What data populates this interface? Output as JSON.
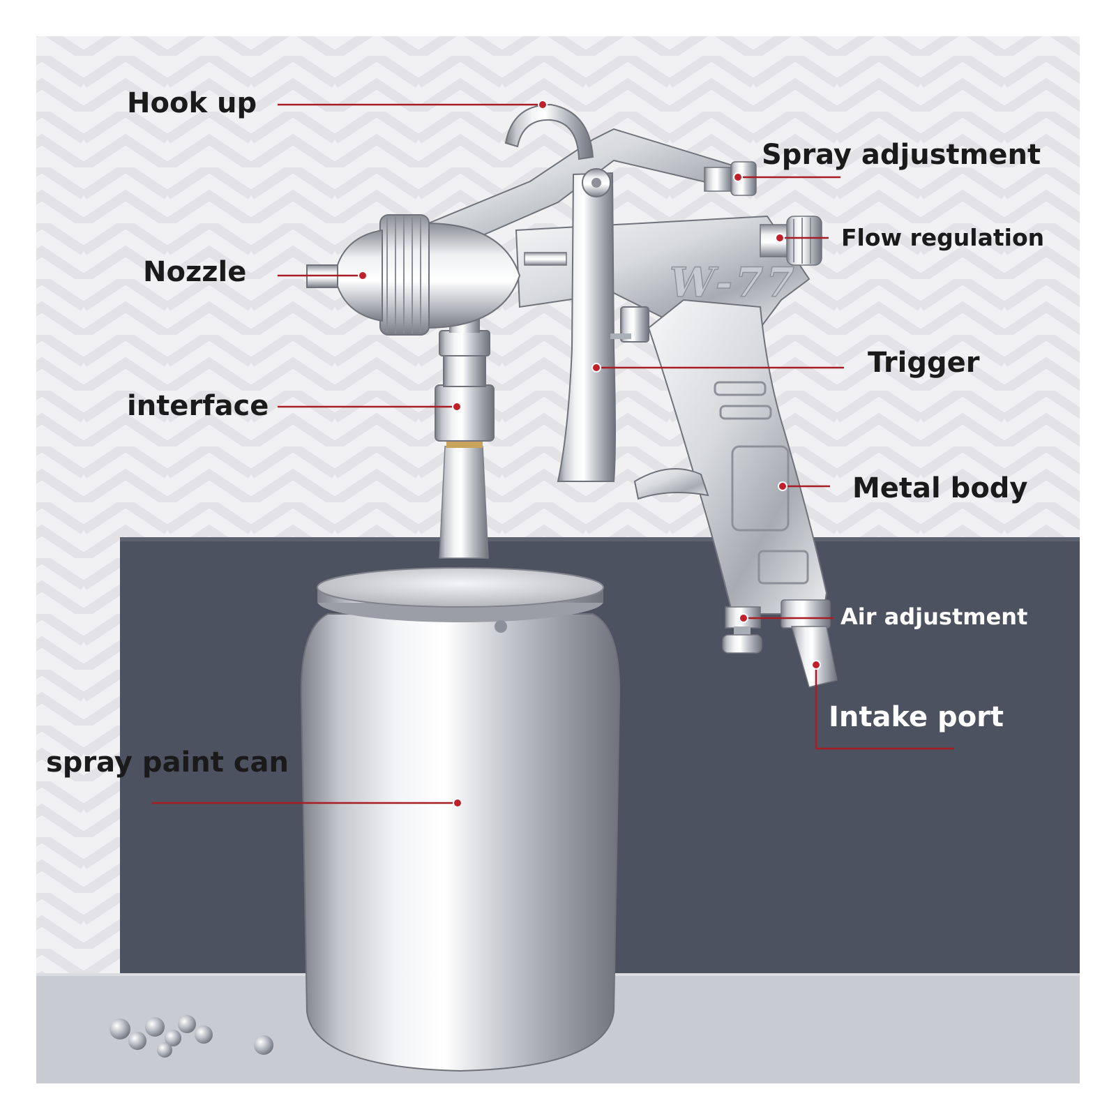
{
  "model_mark": "W-77",
  "colors": {
    "leader_line": "#a81c24",
    "leader_dot": "#c0202a",
    "wall": "#4d5260",
    "floor": "#c9cbd3",
    "backdrop": "#efeff1",
    "label_dark": "#1a1a1a",
    "label_light": "#ffffff"
  },
  "labels": {
    "hook_up": "Hook up",
    "spray_adjustment": "Spray adjustment",
    "flow_regulation": "Flow regulation",
    "nozzle": "Nozzle",
    "trigger": "Trigger",
    "interface": "interface",
    "metal_body": "Metal body",
    "air_adjustment": "Air adjustment",
    "intake_port": "Intake port",
    "spray_paint_can": "spray paint can"
  }
}
